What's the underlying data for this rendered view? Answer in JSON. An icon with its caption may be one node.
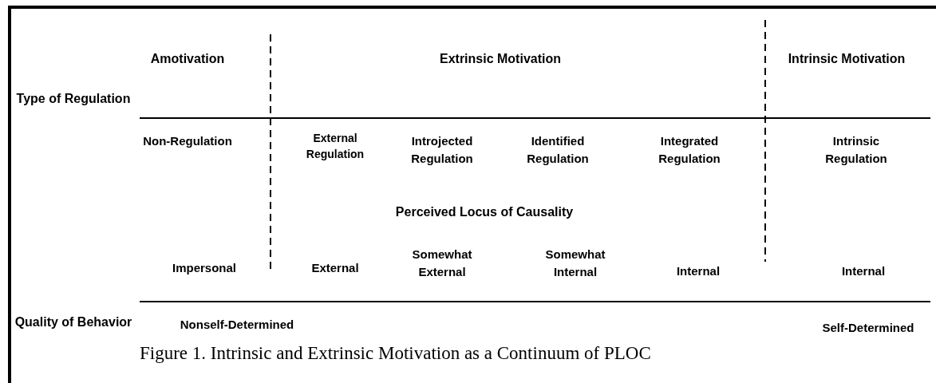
{
  "diagram": {
    "caption": "Figure 1. Intrinsic and Extrinsic Motivation as a Continuum of PLOC",
    "labels": [
      "Amotivation",
      "Extrinsic Motivation",
      "Intrinsic Motivation",
      "Type of Regulation",
      "Non-Regulation",
      "External Regulation",
      "Introjected Regulation",
      "Identified Regulation",
      "Integrated Regulation",
      "Intrinsic Regulation",
      "Perceived Locus of Causality",
      "Impersonal",
      "External",
      "Somewhat External",
      "Somewhat Internal",
      "Internal",
      "Internal",
      "Quality of Behavior",
      "Nonself-Determined",
      "Self-Determined"
    ]
  }
}
